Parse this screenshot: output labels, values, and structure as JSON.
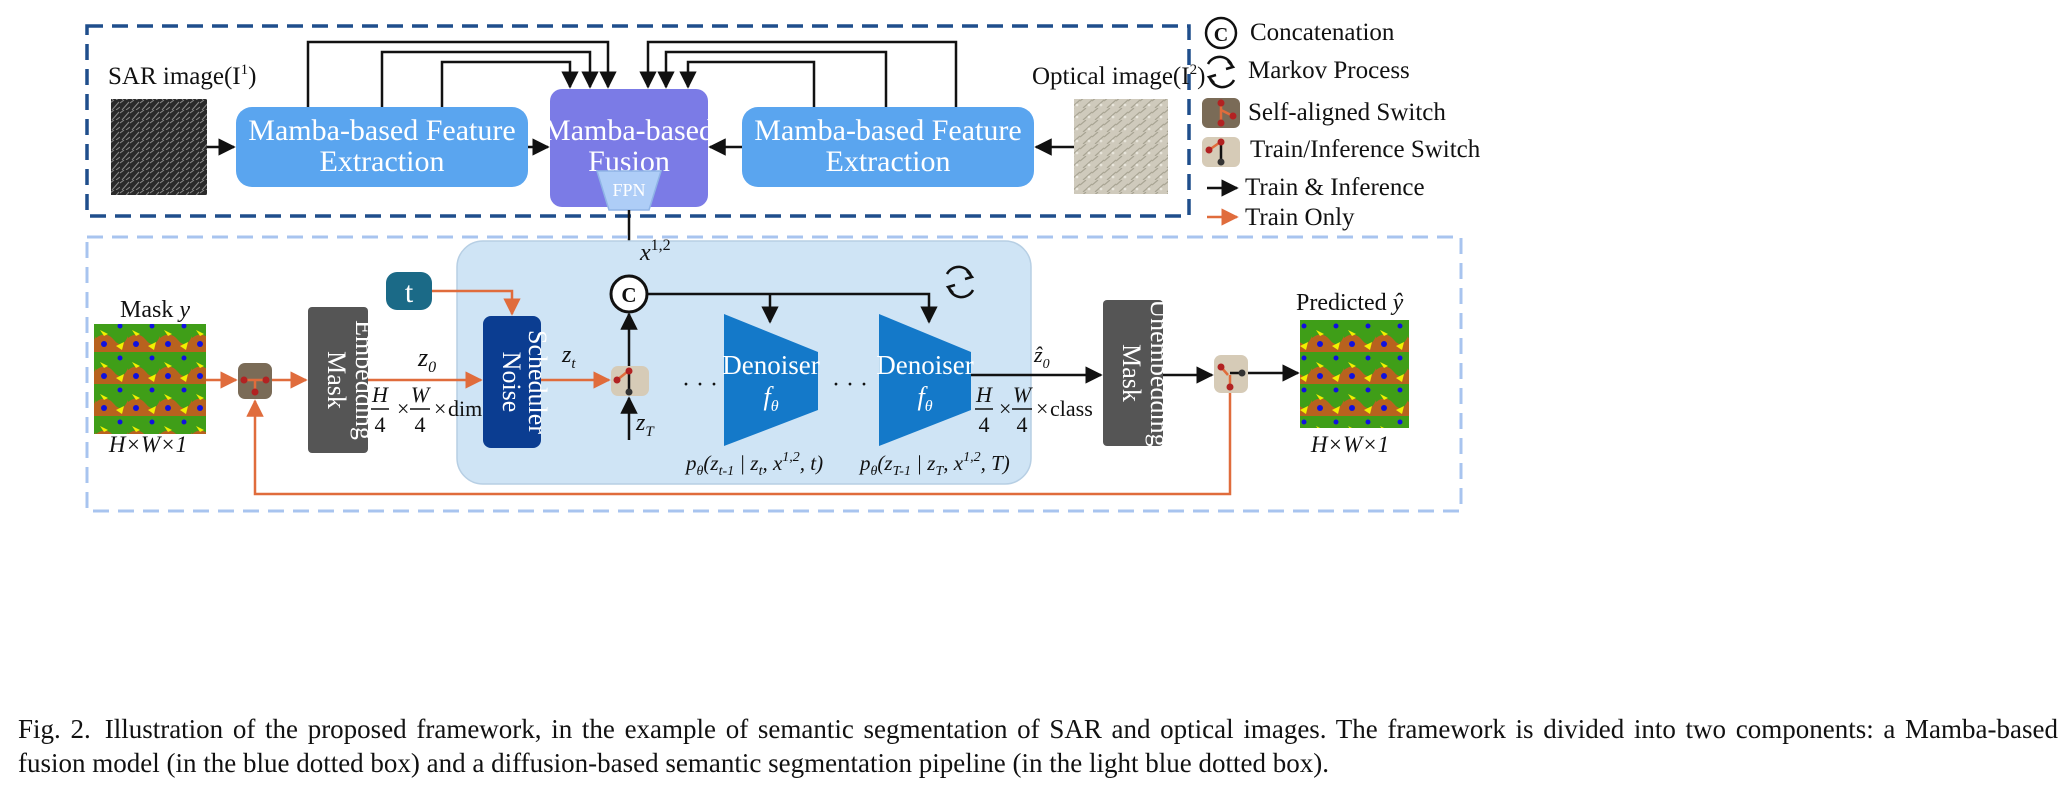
{
  "legend": {
    "concat_symbol": "C",
    "concat": "Concatenation",
    "markov": "Markov Process",
    "self_switch": "Self-aligned Switch",
    "ti_switch": "Train/Inference Switch",
    "train_inf": "Train & Inference",
    "train_only": "Train Only"
  },
  "fusion_model": {
    "sar_label": "SAR image(I",
    "sar_sup": "1",
    "opt_label": "Optical image(I",
    "opt_sup": "2",
    "extract_left_l1": "Mamba-based Feature",
    "extract_left_l2": "Extraction",
    "fusion_l1": "Mamba-based",
    "fusion_l2": "Fusion",
    "fpn": "FPN",
    "extract_right_l1": "Mamba-based Feature",
    "extract_right_l2": "Extraction"
  },
  "pipeline": {
    "x_label": "x",
    "x_sup": "1,2",
    "mask_label": "Mask ",
    "mask_var": "y",
    "input_dims": "H×W×1",
    "mask_embed_l1": "Mask",
    "mask_embed_l2": "Embedding",
    "z0": "z",
    "z0_sub": "0",
    "dim_h": "H",
    "dim_w": "W",
    "dim_4": "4",
    "times": "×",
    "dim_suffix": "dim",
    "t_token": "t",
    "noise_l1": "Noise",
    "noise_l2": "Scheduler",
    "zt": "z",
    "zt_sub": "t",
    "zT": "z",
    "zT_sub": "T",
    "concat_symbol": "C",
    "ellipsis": "· · ·",
    "denoiser": "Denoiser",
    "f_theta": "f",
    "theta": "θ",
    "p1": "p",
    "p1_sub": "θ",
    "p1_body": "(z",
    "p1_a": "t-1",
    "p1_mid": " | z",
    "p1_b": "t",
    "p1_c": ", x",
    "p1_sup": "1,2",
    "p1_end": ", t)",
    "p2_a": "T-1",
    "p2_b": "T",
    "p2_end": ", T)",
    "z0hat": "ẑ",
    "z0hat_sub": "0",
    "class_suffix": "class",
    "unembed_l1": "Mask",
    "unembed_l2": "Unembedding",
    "pred_label": "Predicted ",
    "pred_var": "ŷ",
    "output_dims": "H×W×1"
  },
  "caption": {
    "fig": "Fig. 2.",
    "text": "Illustration of the proposed framework, in the example of semantic segmentation of SAR and optical images. The framework is divided into two components: a Mamba-based fusion model (in the blue dotted box) and a diffusion-based semantic segmentation pipeline (in the light blue dotted box)."
  },
  "colors": {
    "dark_blue": "#1f4e8c",
    "light_blue": "#5aa5ef",
    "purple": "#7b7be6",
    "navy": "#0b3d91",
    "denoiser": "#1479c9",
    "gray": "#555555",
    "orange": "#e06c3c",
    "teal": "#1b6a87",
    "panel": "#cfe4f5"
  }
}
